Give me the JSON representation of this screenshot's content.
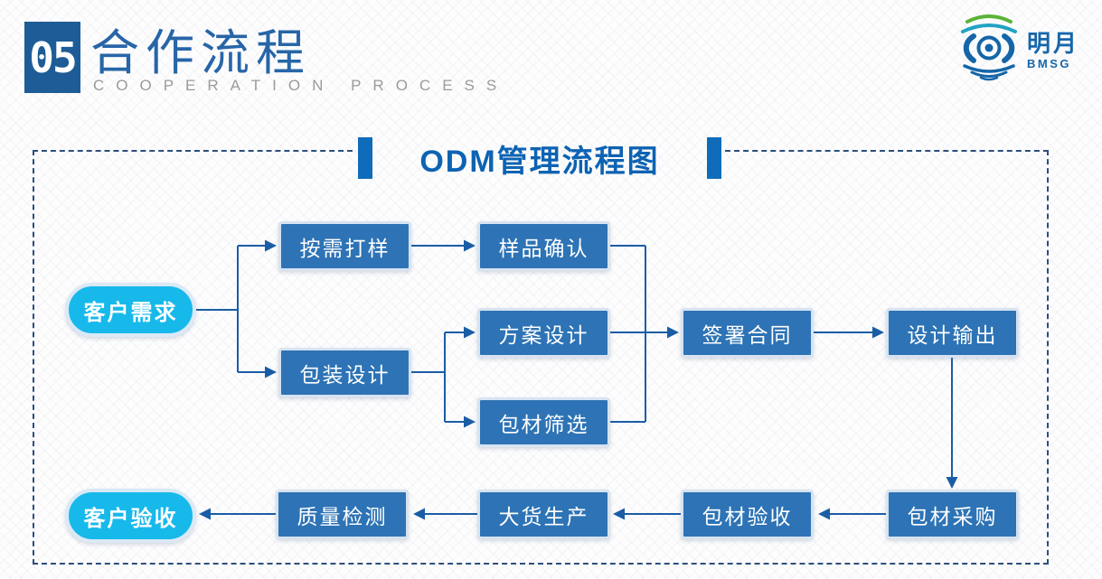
{
  "header": {
    "section_number": "05",
    "title": "合作流程",
    "subtitle": "COOPERATION PROCESS"
  },
  "logo": {
    "name": "明月",
    "abbr": "BMSG"
  },
  "diagram": {
    "title": "ODM管理流程图",
    "nodes": [
      {
        "id": "customer-demand",
        "label": "客户需求",
        "shape": "pill"
      },
      {
        "id": "sample-on-demand",
        "label": "按需打样",
        "shape": "rect"
      },
      {
        "id": "sample-confirmation",
        "label": "样品确认",
        "shape": "rect"
      },
      {
        "id": "packaging-design",
        "label": "包装设计",
        "shape": "rect"
      },
      {
        "id": "solution-design",
        "label": "方案设计",
        "shape": "rect"
      },
      {
        "id": "material-screening",
        "label": "包材筛选",
        "shape": "rect"
      },
      {
        "id": "sign-contract",
        "label": "签署合同",
        "shape": "rect"
      },
      {
        "id": "design-output",
        "label": "设计输出",
        "shape": "rect"
      },
      {
        "id": "material-purchase",
        "label": "包材采购",
        "shape": "rect"
      },
      {
        "id": "material-acceptance",
        "label": "包材验收",
        "shape": "rect"
      },
      {
        "id": "mass-production",
        "label": "大货生产",
        "shape": "rect"
      },
      {
        "id": "quality-inspection",
        "label": "质量检测",
        "shape": "rect"
      },
      {
        "id": "customer-acceptance",
        "label": "客户验收",
        "shape": "pill"
      }
    ],
    "edges": [
      {
        "from": "customer-demand",
        "to": "sample-on-demand"
      },
      {
        "from": "customer-demand",
        "to": "packaging-design"
      },
      {
        "from": "sample-on-demand",
        "to": "sample-confirmation"
      },
      {
        "from": "sample-confirmation",
        "to": "sign-contract"
      },
      {
        "from": "packaging-design",
        "to": "solution-design"
      },
      {
        "from": "packaging-design",
        "to": "material-screening"
      },
      {
        "from": "solution-design",
        "to": "sign-contract"
      },
      {
        "from": "material-screening",
        "to": "sign-contract"
      },
      {
        "from": "sign-contract",
        "to": "design-output"
      },
      {
        "from": "design-output",
        "to": "material-purchase"
      },
      {
        "from": "material-purchase",
        "to": "material-acceptance"
      },
      {
        "from": "material-acceptance",
        "to": "mass-production"
      },
      {
        "from": "mass-production",
        "to": "quality-inspection"
      },
      {
        "from": "quality-inspection",
        "to": "customer-acceptance"
      }
    ],
    "colors": {
      "rect_fill": "#2d73b5",
      "pill_fill": "#17b9ea",
      "node_border": "#d7e3f1",
      "connector": "#1a5da5",
      "frame_dash": "#2b4f7b",
      "title_blue": "#0c63b2",
      "header_blue": "#2765a7",
      "number_box": "#1e5c97",
      "logo_blue": "#1565a8",
      "logo_green": "#5ab337"
    }
  }
}
